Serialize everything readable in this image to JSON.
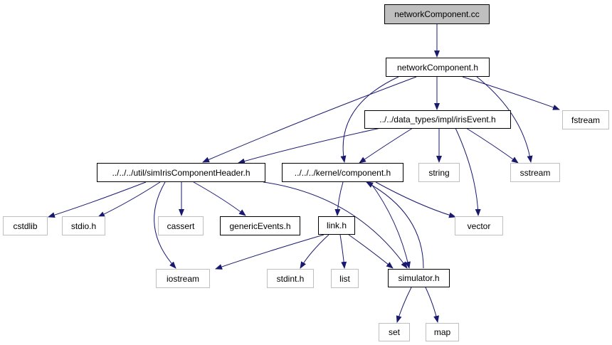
{
  "diagram": {
    "nodes": {
      "root": "networkComponent.cc",
      "netcomp_h": "networkComponent.h",
      "fstream": "fstream",
      "irisevent": "../../data_types/impl/irisEvent.h",
      "simiris": "../../../util/simIrisComponentHeader.h",
      "component": "../../../kernel/component.h",
      "string": "string",
      "sstream": "sstream",
      "cstdlib": "cstdlib",
      "stdio": "stdio.h",
      "cassert": "cassert",
      "genevents": "genericEvents.h",
      "link": "link.h",
      "vector": "vector",
      "iostream": "iostream",
      "stdint": "stdint.h",
      "list": "list",
      "simulator": "simulator.h",
      "set": "set",
      "map": "map"
    },
    "colors": {
      "edge": "#191970",
      "root_fill": "#bfbfbf",
      "local_border": "#000000",
      "system_border": "#bfbfbf"
    }
  }
}
